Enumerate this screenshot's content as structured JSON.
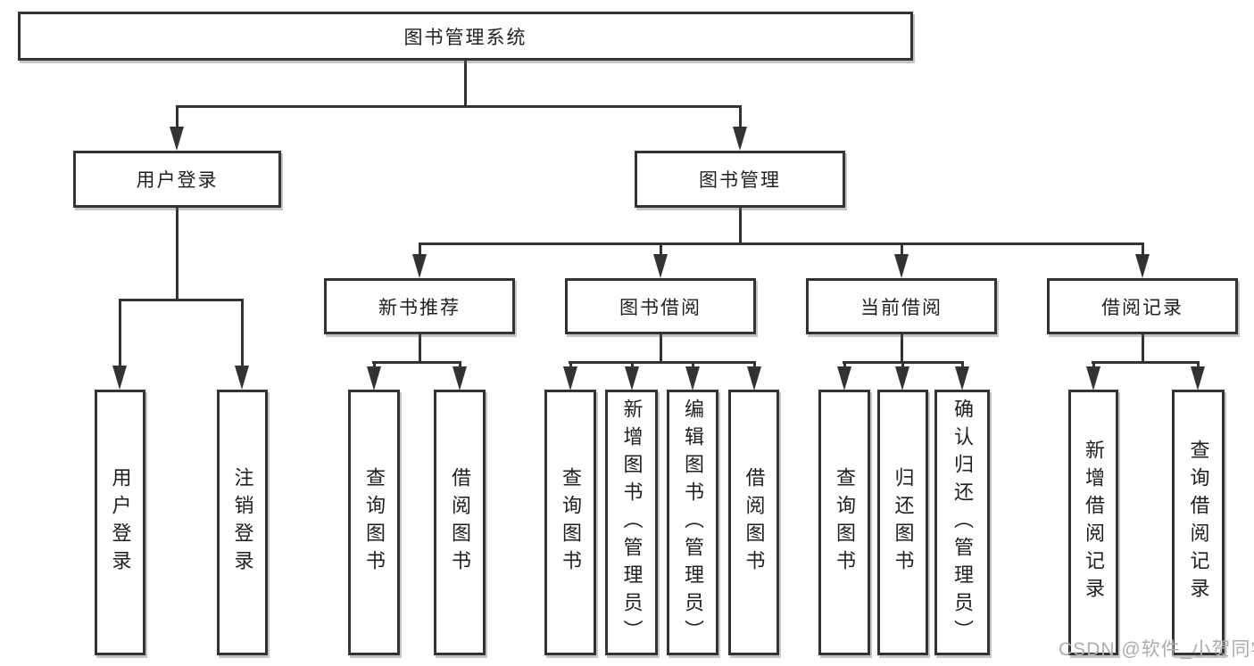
{
  "diagram": {
    "root": {
      "label": "图书管理系统"
    },
    "level2": [
      {
        "label": "用户登录"
      },
      {
        "label": "图书管理"
      }
    ],
    "level3": [
      {
        "label": "新书推荐",
        "parent": "图书管理"
      },
      {
        "label": "图书借阅",
        "parent": "图书管理"
      },
      {
        "label": "当前借阅",
        "parent": "图书管理"
      },
      {
        "label": "借阅记录",
        "parent": "图书管理"
      }
    ],
    "leaves": [
      {
        "label": "用户登录",
        "parent": "用户登录"
      },
      {
        "label": "注销登录",
        "parent": "用户登录"
      },
      {
        "label": "查询图书",
        "parent": "新书推荐"
      },
      {
        "label": "借阅图书",
        "parent": "新书推荐"
      },
      {
        "label": "查询图书",
        "parent": "图书借阅"
      },
      {
        "label": "新增图书（管理员）",
        "parent": "图书借阅"
      },
      {
        "label": "编辑图书（管理员）",
        "parent": "图书借阅"
      },
      {
        "label": "借阅图书",
        "parent": "图书借阅"
      },
      {
        "label": "查询图书",
        "parent": "当前借阅"
      },
      {
        "label": "归还图书",
        "parent": "当前借阅"
      },
      {
        "label": "确认归还（管理员）",
        "parent": "当前借阅"
      },
      {
        "label": "新增借阅记录",
        "parent": "借阅记录"
      },
      {
        "label": "查询借阅记录",
        "parent": "借阅记录"
      }
    ]
  },
  "watermark": {
    "text": "CSDN @软件_小贺同学"
  },
  "colors": {
    "line": "#333333",
    "box_border": "#333333",
    "box_background": "#ffffff",
    "text": "#1f1f1f",
    "watermark": "#adadad",
    "page_background": "#ffffff"
  }
}
